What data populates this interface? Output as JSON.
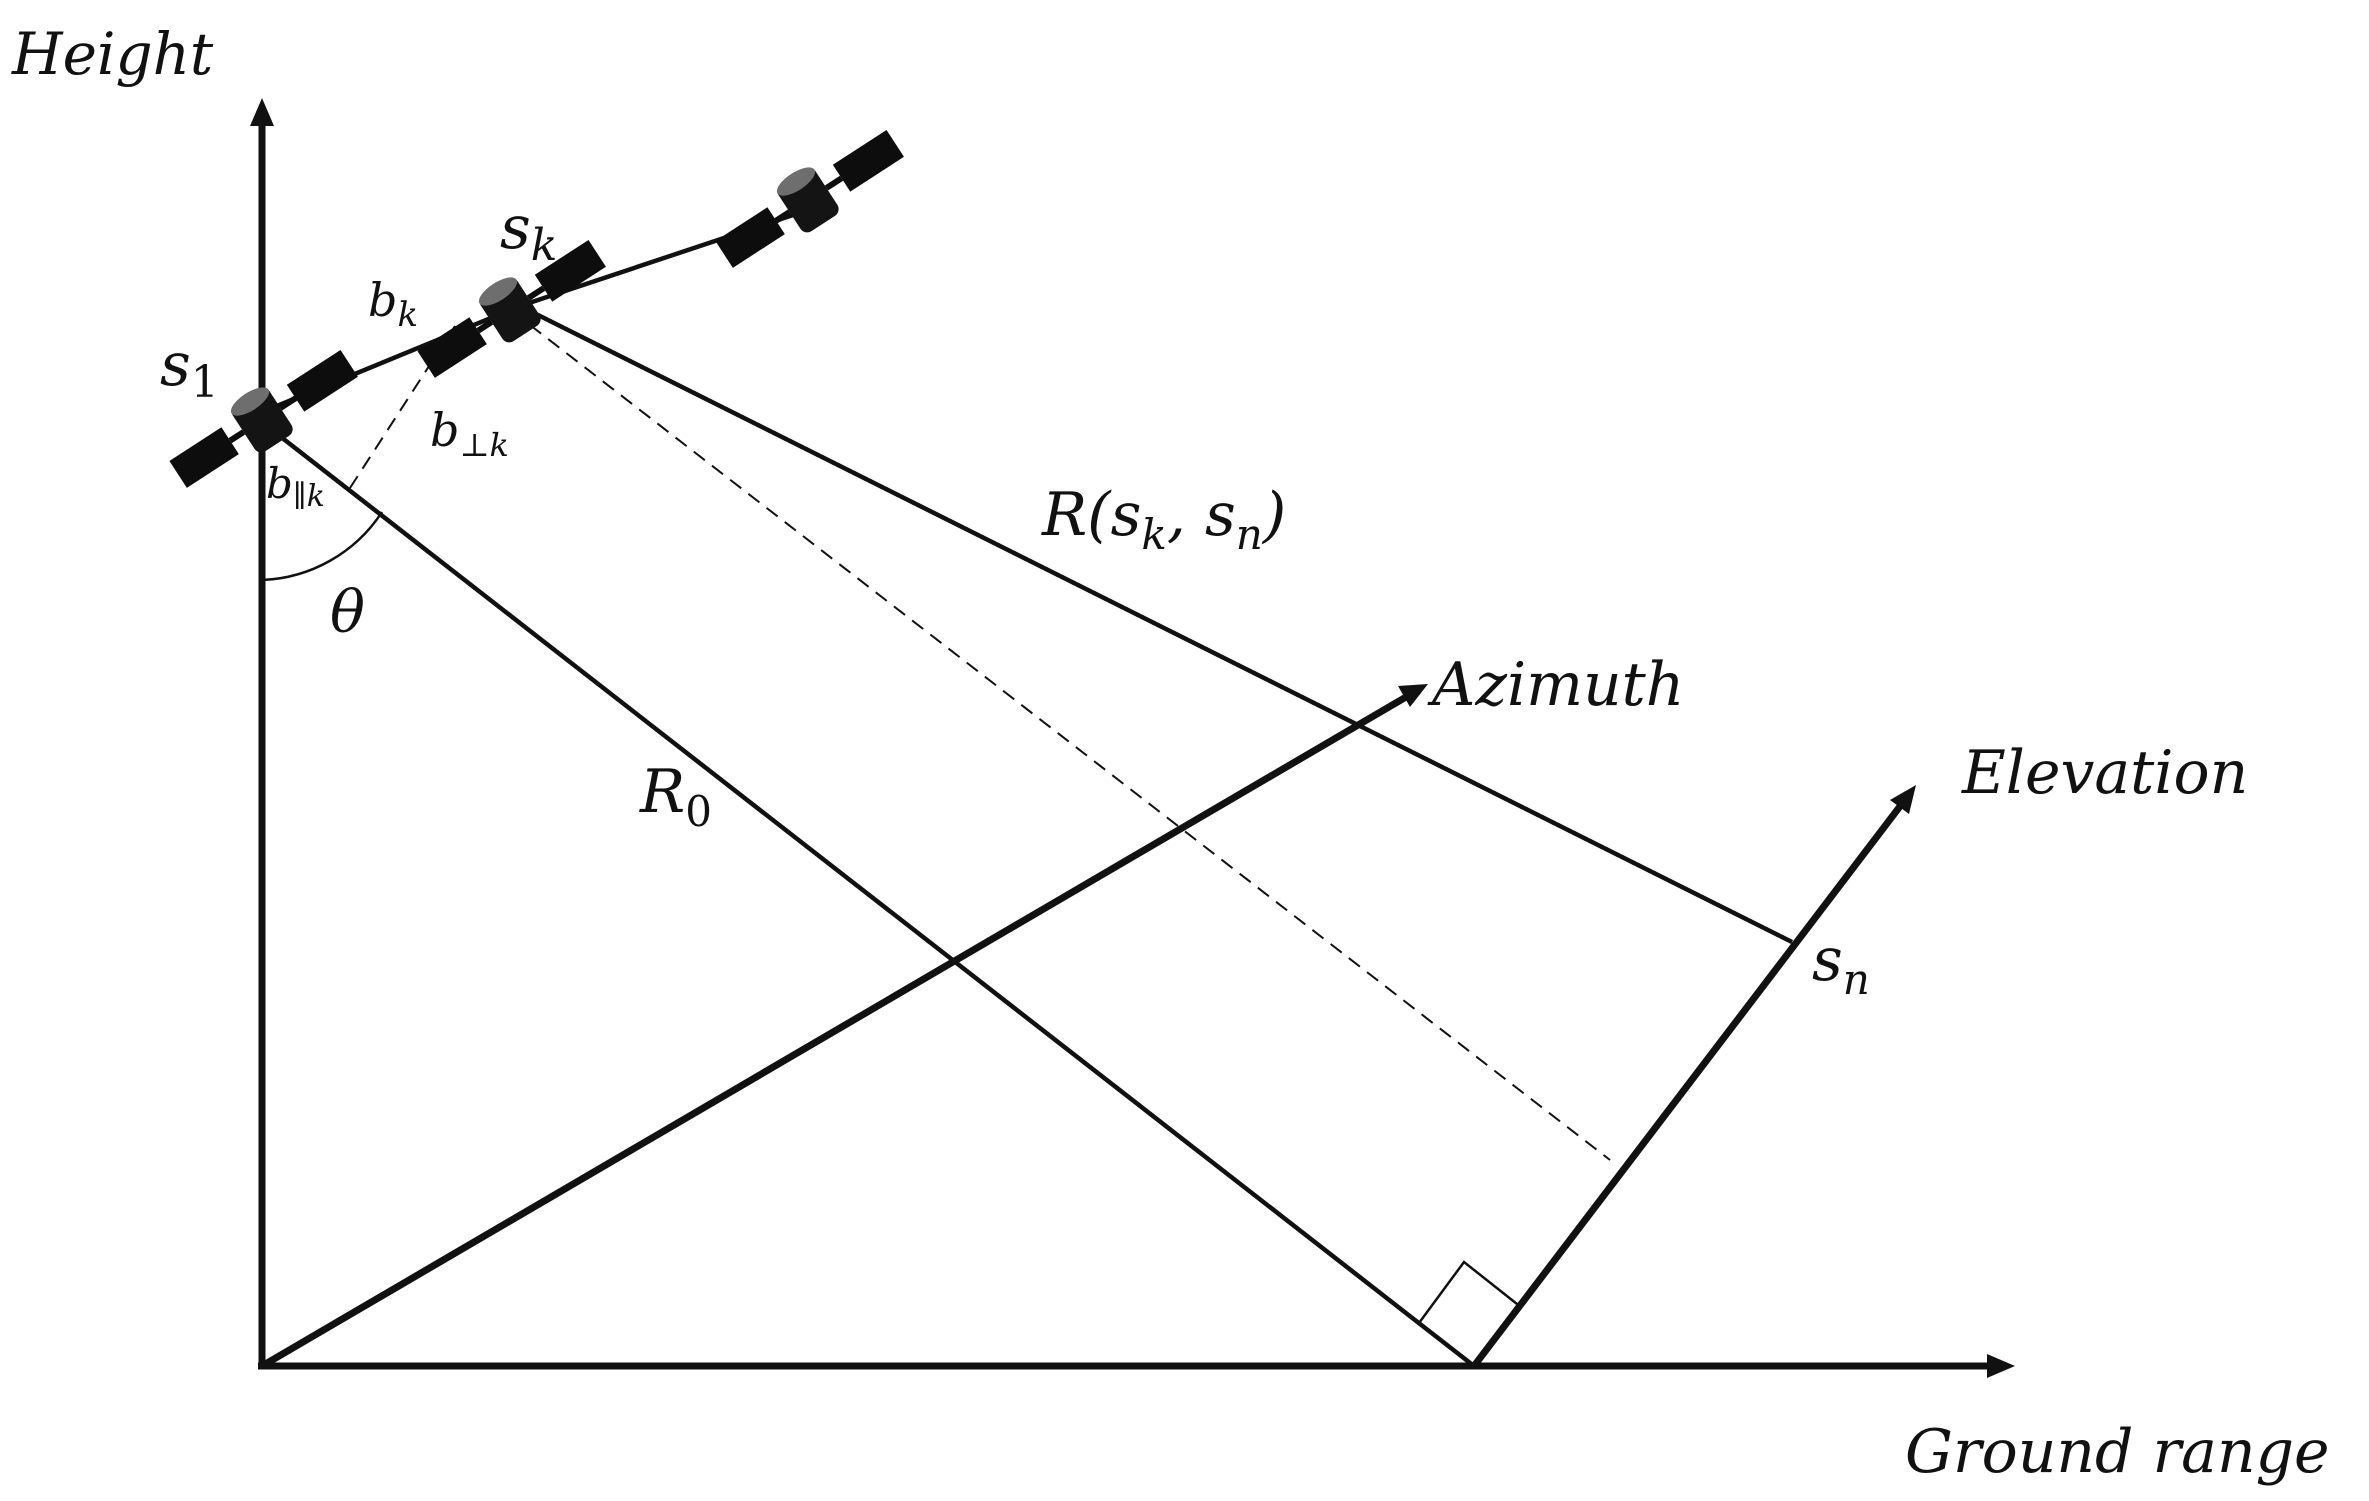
{
  "diagram": {
    "axes": {
      "height": "Height",
      "ground_range": "Ground range",
      "azimuth": "Azimuth",
      "elevation": "Elevation"
    },
    "satellites": {
      "s1": {
        "base": "s",
        "sub": "1"
      },
      "sk": {
        "base": "s",
        "sub": "k"
      }
    },
    "baselines": {
      "bk": {
        "base": "b",
        "sub": "k"
      },
      "b_perp": {
        "base": "b",
        "sub": "⊥k"
      },
      "b_par": {
        "base": "b",
        "sub": "∥k"
      }
    },
    "angle": "θ",
    "ranges": {
      "r0": {
        "base": "R",
        "sub": "0"
      },
      "r_sk_sn": {
        "prefix": "R(",
        "s1base": "s",
        "s1sub": "k",
        "sep": ", ",
        "s2base": "s",
        "s2sub": "n",
        "suffix": ")"
      }
    },
    "point": {
      "base": "s",
      "sub": "n"
    }
  }
}
